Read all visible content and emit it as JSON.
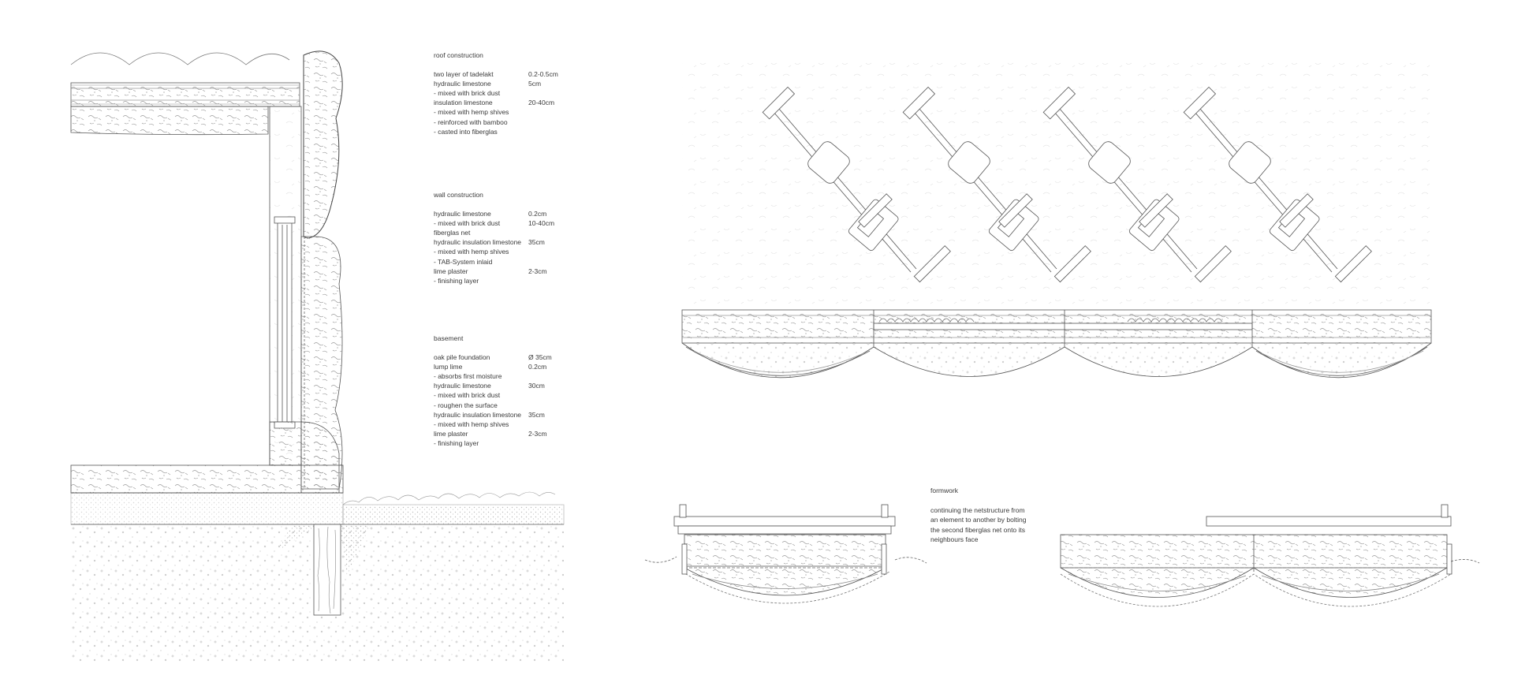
{
  "roof": {
    "title": "roof construction",
    "rows": [
      {
        "m": "two layer of tadelakt",
        "v": "0.2-0.5cm"
      },
      {
        "m": "hydraulic limestone",
        "v": "5cm"
      },
      {
        "m": "- mixed with brick dust",
        "v": ""
      },
      {
        "m": "insulation limestone",
        "v": "20-40cm"
      },
      {
        "m": "- mixed with hemp shives",
        "v": ""
      },
      {
        "m": "- reinforced with bamboo",
        "v": ""
      },
      {
        "m": "- casted into fiberglas",
        "v": ""
      }
    ]
  },
  "wall": {
    "title": "wall construction",
    "rows": [
      {
        "m": "hydraulic limestone",
        "v": "0.2cm"
      },
      {
        "m": "- mixed with brick dust",
        "v": "10-40cm"
      },
      {
        "m": "fiberglas net",
        "v": ""
      },
      {
        "m": "hydraulic insulation limestone",
        "v": "35cm"
      },
      {
        "m": "- mixed with hemp shives",
        "v": ""
      },
      {
        "m": "- TAB-System inlaid",
        "v": ""
      },
      {
        "m": "lime plaster",
        "v": "2-3cm"
      },
      {
        "m": "- finishing layer",
        "v": ""
      }
    ]
  },
  "basement": {
    "title": "basement",
    "rows": [
      {
        "m": "oak pile foundation",
        "v": "Ø 35cm"
      },
      {
        "m": "lump lime",
        "v": "0.2cm"
      },
      {
        "m": "- absorbs first moisture",
        "v": ""
      },
      {
        "m": "hydraulic limestone",
        "v": "30cm"
      },
      {
        "m": "- mixed with brick dust",
        "v": ""
      },
      {
        "m": "- roughen the surface",
        "v": ""
      },
      {
        "m": "hydraulic insulation limestone",
        "v": "35cm"
      },
      {
        "m": "- mixed with hemp shives",
        "v": ""
      },
      {
        "m": "lime plaster",
        "v": "2-3cm"
      },
      {
        "m": "- finishing layer",
        "v": ""
      }
    ]
  },
  "formwork": {
    "title": "formwork",
    "text": "continuing the netstructure from an element to another by bolting the second fiberglas net onto its neighbours face"
  },
  "colors": {
    "line": "#555555",
    "fill_light": "#f4f4f4",
    "hatch": "#9a9a9a"
  }
}
